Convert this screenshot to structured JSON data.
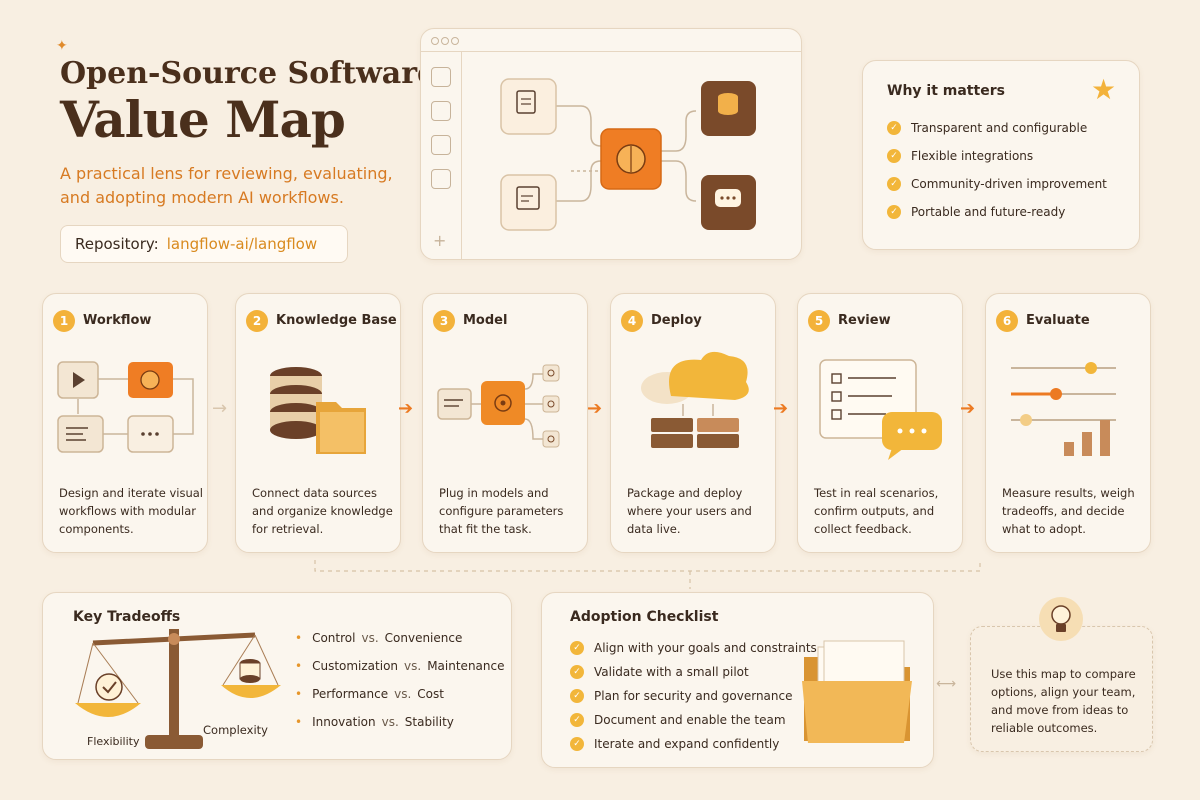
{
  "header": {
    "title_line1": "Open-Source Software",
    "title_line2": "Value Map",
    "subtitle": "A practical lens for reviewing, evaluating, and adopting modern AI workflows.",
    "repo_label": "Repository:",
    "repo_value": "langflow-ai/langflow"
  },
  "why": {
    "title": "Why it matters",
    "items": [
      "Transparent and configurable",
      "Flexible integrations",
      "Community-driven improvement",
      "Portable and future-ready"
    ]
  },
  "steps": [
    {
      "num": "1",
      "name": "Workflow",
      "desc": "Design and iterate visual workflows with modular components."
    },
    {
      "num": "2",
      "name": "Knowledge Base",
      "desc": "Connect data sources and organize knowledge for retrieval."
    },
    {
      "num": "3",
      "name": "Model",
      "desc": "Plug in models and configure parameters that fit the task."
    },
    {
      "num": "4",
      "name": "Deploy",
      "desc": "Package and deploy where your users and data live."
    },
    {
      "num": "5",
      "name": "Review",
      "desc": "Test in real scenarios, confirm outputs, and collect feedback."
    },
    {
      "num": "6",
      "name": "Evaluate",
      "desc": "Measure results, weigh tradeoffs, and decide what to adopt."
    }
  ],
  "tradeoffs": {
    "title": "Key Tradeoffs",
    "left_label": "Flexibility",
    "right_label": "Complexity",
    "vs": "vs.",
    "rows": [
      {
        "a": "Control",
        "b": "Convenience"
      },
      {
        "a": "Customization",
        "b": "Maintenance"
      },
      {
        "a": "Performance",
        "b": "Cost"
      },
      {
        "a": "Innovation",
        "b": "Stability"
      }
    ]
  },
  "checklist": {
    "title": "Adoption Checklist",
    "items": [
      "Align with your goals and constraints",
      "Validate with a small pilot",
      "Plan for security and governance",
      "Document and enable the team",
      "Iterate and expand confidently"
    ]
  },
  "callout": {
    "text": "Use this map to compare options, align your team, and move from ideas to reliable outcomes."
  },
  "colors": {
    "accent_orange": "#ec7a22",
    "accent_gold": "#f3b23a",
    "brown": "#7a4a2a",
    "background": "#f8efe2"
  }
}
